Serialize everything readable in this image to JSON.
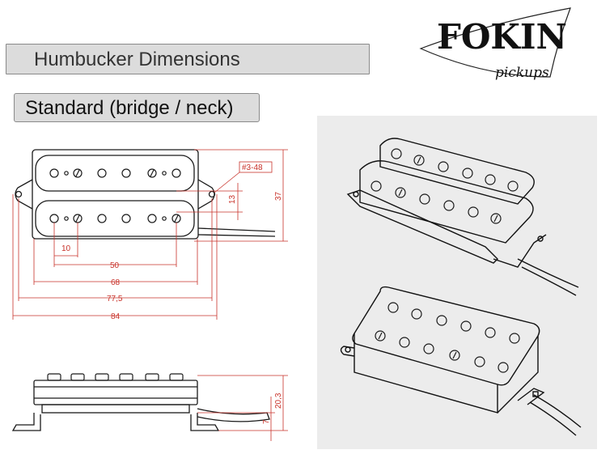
{
  "header": {
    "title": "Humbucker Dimensions",
    "subtitle": "Standard (bridge / neck)"
  },
  "logo": {
    "brand": "FOKIN",
    "tagline": "pickups"
  },
  "dimensions": {
    "screw": "#3-48",
    "pole_spacing": "10",
    "pole_span": "50",
    "cover_length": "68",
    "mount_hole_spacing": "77,5",
    "overall_length": "84",
    "coil_spacing": "13",
    "width": "37",
    "height": "20,3",
    "bottom": "7"
  },
  "colors": {
    "dimension_red": "#c8322a",
    "line_dark": "#1a1a1a",
    "panel_grey": "#ececec"
  }
}
